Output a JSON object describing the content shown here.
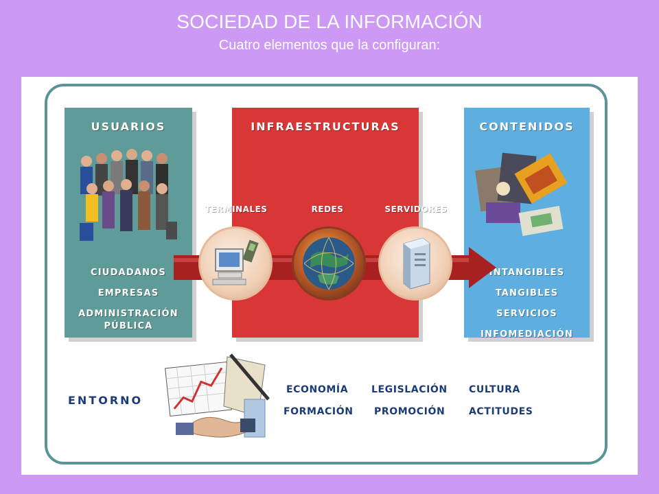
{
  "slide": {
    "title": "SOCIEDAD DE LA INFORMACIÓN",
    "subtitle": "Cuatro elementos que la configuran:"
  },
  "diagram": {
    "users": {
      "title": "USUARIOS",
      "items": [
        "CIUDADANOS",
        "EMPRESAS",
        "ADMINISTRACIÓN",
        "PÚBLICA"
      ]
    },
    "infrastructure": {
      "title": "INFRAESTRUCTURAS",
      "components": [
        "TERMINALES",
        "REDES",
        "SERVIDORES"
      ]
    },
    "contents": {
      "title": "CONTENIDOS",
      "items": [
        "INTANGIBLES",
        "TANGIBLES",
        "SERVICIOS",
        "INFOMEDIACIÓN"
      ]
    },
    "environment": {
      "title": "ENTORNO",
      "items": [
        "ECONOMÍA",
        "LEGISLACIÓN",
        "CULTURA",
        "FORMACIÓN",
        "PROMOCIÓN",
        "ACTITUDES"
      ]
    },
    "colors": {
      "users_panel": "#5f9b99",
      "infra_panel": "#d93636",
      "contents_panel": "#5eaee0",
      "frame": "#5b9497",
      "environment_text": "#1a3a7a",
      "background": "#cc99f5"
    }
  }
}
